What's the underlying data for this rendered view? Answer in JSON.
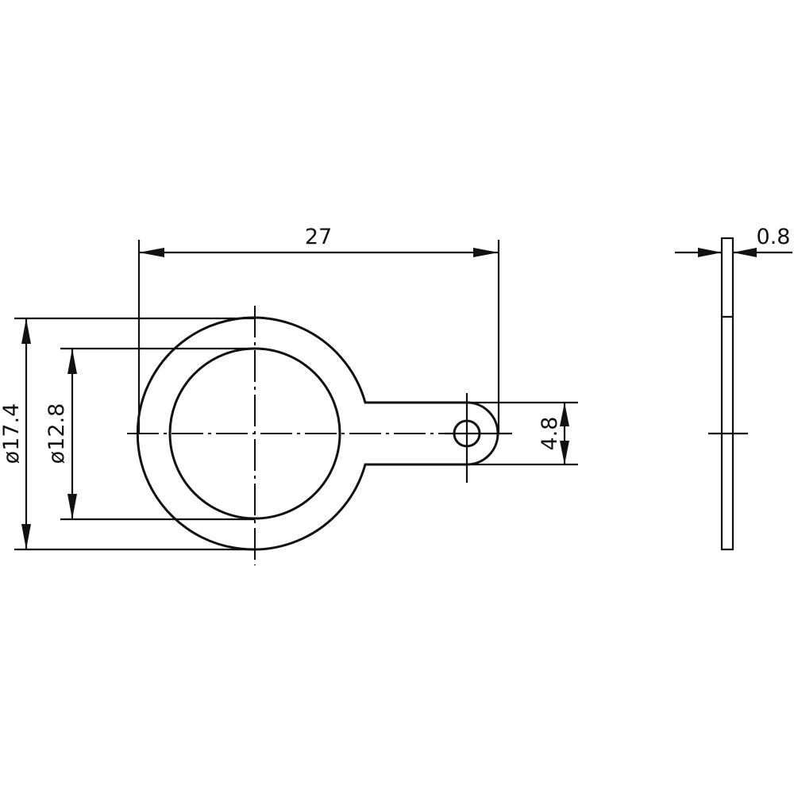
{
  "drawing": {
    "title": "Washer with tab – technical drawing",
    "units": "mm",
    "views": [
      "front-view",
      "side-view"
    ],
    "colors": {
      "line": "#111111",
      "background": "#ffffff"
    }
  },
  "dimensions": {
    "overall_length": {
      "label": "27",
      "value": 27
    },
    "outer_diameter": {
      "label": "ø17.4",
      "value": 17.4
    },
    "inner_diameter": {
      "label": "ø12.8",
      "value": 12.8
    },
    "tab_width": {
      "label": "4.8",
      "value": 4.8
    },
    "thickness": {
      "label": "0.8",
      "value": 0.8
    }
  }
}
